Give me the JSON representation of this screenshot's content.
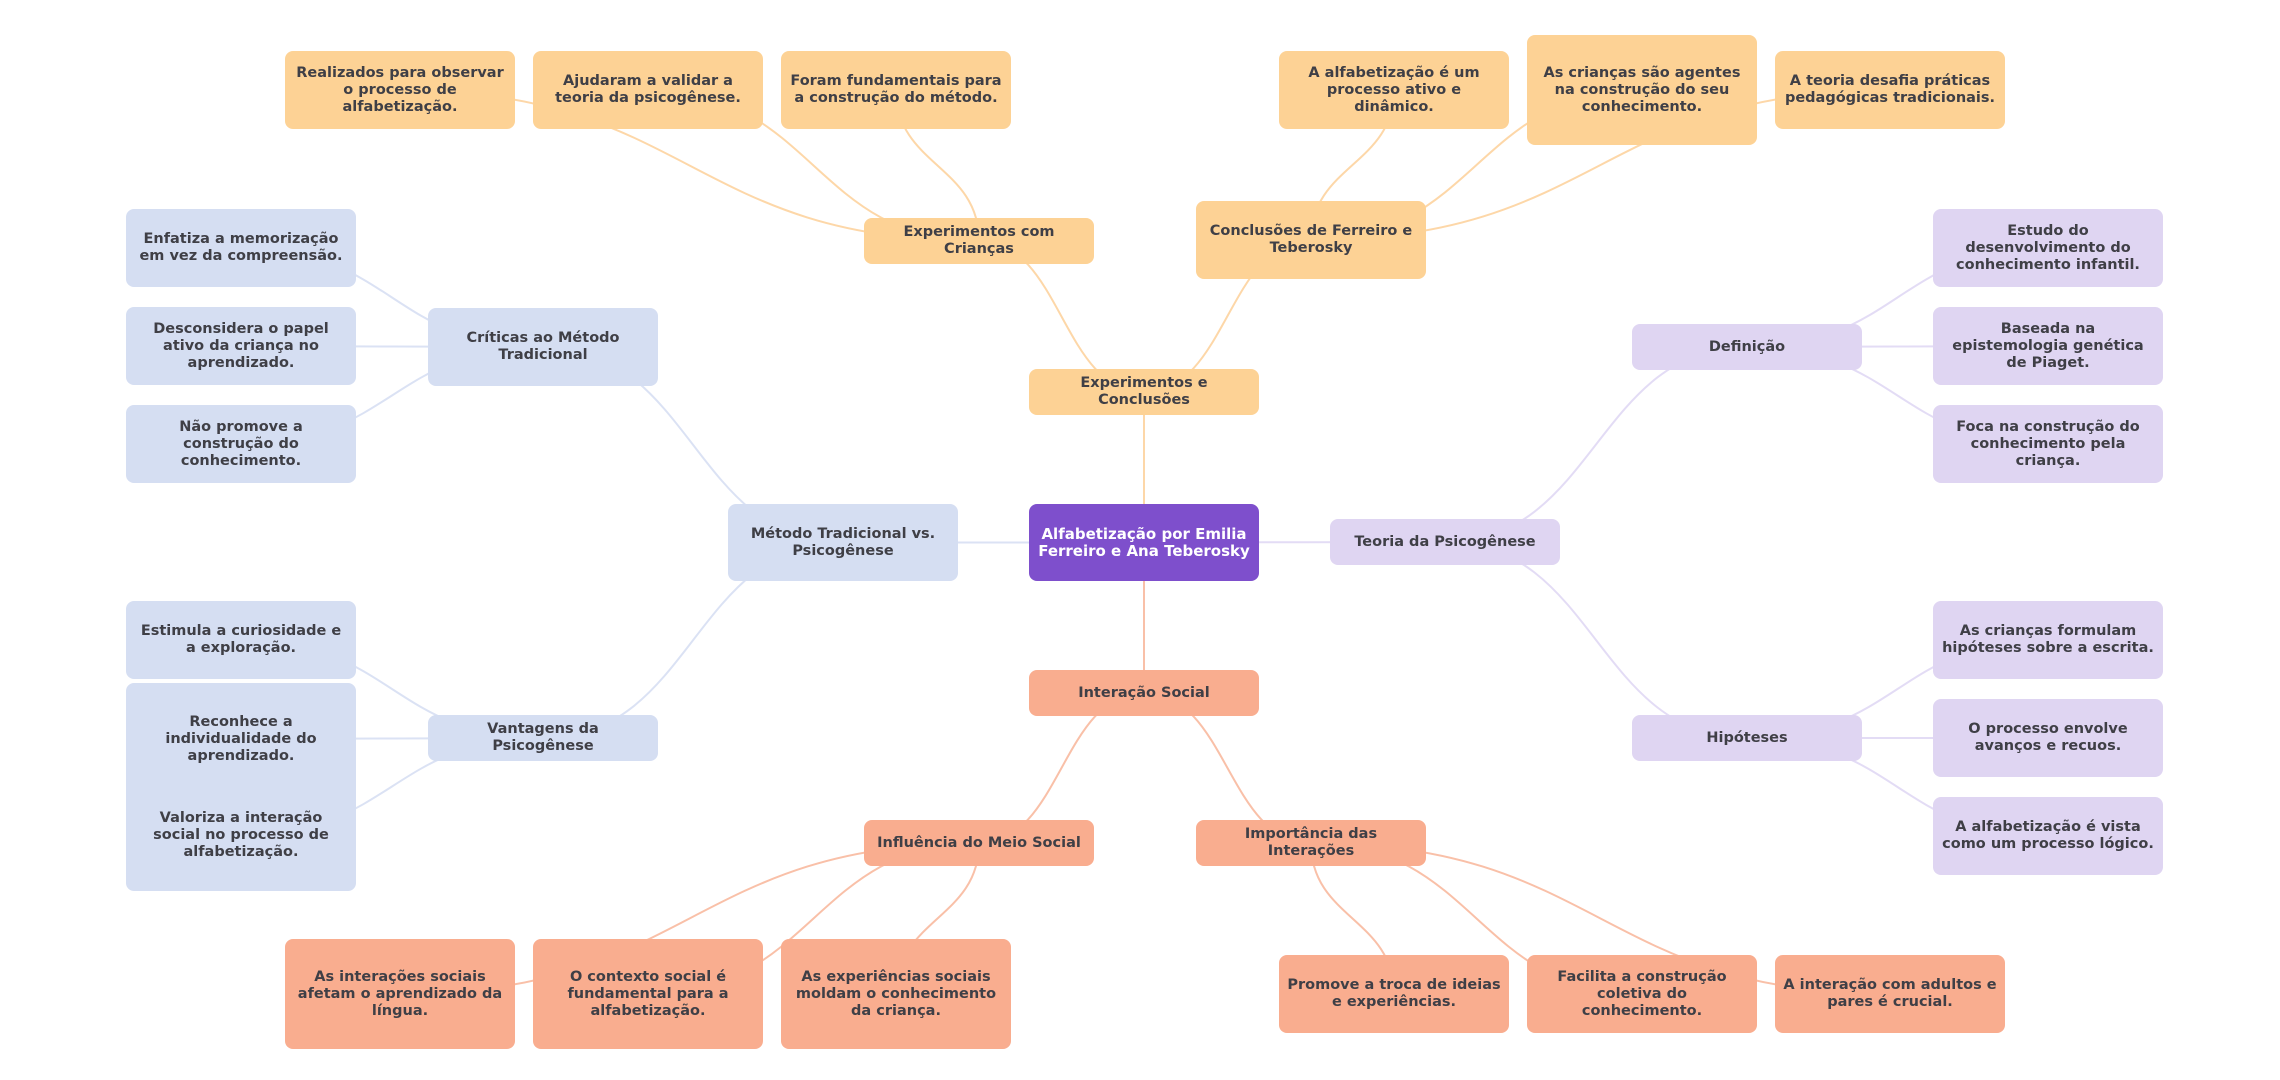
{
  "title": "Alfabetização por Emilia Ferreiro e Ana Teberosky",
  "colors": {
    "root": "#7e4fcc",
    "experimentos": "#fdd295",
    "metodo": "#d5def2",
    "teoria": "#dfd5f2",
    "interacao": "#f9ad8f",
    "edge_experimentos": "#fdd7a8",
    "edge_metodo": "#dbe2f4",
    "edge_teoria": "#e3dcf5",
    "edge_interacao": "#f9c0a8"
  },
  "nodes": {
    "root": "Alfabetização por Emilia Ferreiro e Ana Teberosky",
    "experimentos_conclusoes": "Experimentos e Conclusões",
    "experimentos_criancas": "Experimentos com Crianças",
    "exp_leaf_1": "Realizados para observar o processo de alfabetização.",
    "exp_leaf_2": "Ajudaram a validar a teoria da psicogênese.",
    "exp_leaf_3": "Foram fundamentais para a construção do método.",
    "conclusoes": "Conclusões de Ferreiro e Teberosky",
    "conc_leaf_1": "A alfabetização é um processo ativo e dinâmico.",
    "conc_leaf_2": "As crianças são agentes na construção do seu conhecimento.",
    "conc_leaf_3": "A teoria desafia práticas pedagógicas tradicionais.",
    "metodo": "Método Tradicional vs. Psicogênese",
    "criticas": "Críticas ao Método Tradicional",
    "crit_leaf_1": "Enfatiza a memorização em vez da compreensão.",
    "crit_leaf_2": "Desconsidera o papel ativo da criança no aprendizado.",
    "crit_leaf_3": "Não promove a construção do conhecimento.",
    "vantagens": "Vantagens da Psicogênese",
    "vant_leaf_1": "Estimula a curiosidade e a exploração.",
    "vant_leaf_2": "Reconhece a individualidade do aprendizado.",
    "vant_leaf_3": "Valoriza a interação social no processo de alfabetização.",
    "teoria": "Teoria da Psicogênese",
    "definicao": "Definição",
    "def_leaf_1": "Estudo do desenvolvimento do conhecimento infantil.",
    "def_leaf_2": "Baseada na epistemologia genética de Piaget.",
    "def_leaf_3": "Foca na construção do conhecimento pela criança.",
    "hipoteses": "Hipóteses",
    "hip_leaf_1": "As crianças formulam hipóteses sobre a escrita.",
    "hip_leaf_2": "O processo envolve avanços e recuos.",
    "hip_leaf_3": "A alfabetização é vista como um processo lógico.",
    "interacao": "Interação Social",
    "influencia": "Influência do Meio Social",
    "inf_leaf_1": "As interações sociais afetam o aprendizado da língua.",
    "inf_leaf_2": "O contexto social é fundamental para a alfabetização.",
    "inf_leaf_3": "As experiências sociais moldam o conhecimento da criança.",
    "importancia": "Importância das Interações",
    "imp_leaf_1": "Promove a troca de ideias e experiências.",
    "imp_leaf_2": "Facilita a construção coletiva do conhecimento.",
    "imp_leaf_3": "A interação com adultos e pares é crucial."
  },
  "edges": [
    [
      "root",
      "experimentos_conclusoes",
      "edge_experimentos"
    ],
    [
      "experimentos_conclusoes",
      "experimentos_criancas",
      "edge_experimentos"
    ],
    [
      "experimentos_conclusoes",
      "conclusoes",
      "edge_experimentos"
    ],
    [
      "experimentos_criancas",
      "exp_leaf_1",
      "edge_experimentos"
    ],
    [
      "experimentos_criancas",
      "exp_leaf_2",
      "edge_experimentos"
    ],
    [
      "experimentos_criancas",
      "exp_leaf_3",
      "edge_experimentos"
    ],
    [
      "conclusoes",
      "conc_leaf_1",
      "edge_experimentos"
    ],
    [
      "conclusoes",
      "conc_leaf_2",
      "edge_experimentos"
    ],
    [
      "conclusoes",
      "conc_leaf_3",
      "edge_experimentos"
    ],
    [
      "root",
      "metodo",
      "edge_metodo"
    ],
    [
      "metodo",
      "criticas",
      "edge_metodo"
    ],
    [
      "metodo",
      "vantagens",
      "edge_metodo"
    ],
    [
      "criticas",
      "crit_leaf_1",
      "edge_metodo"
    ],
    [
      "criticas",
      "crit_leaf_2",
      "edge_metodo"
    ],
    [
      "criticas",
      "crit_leaf_3",
      "edge_metodo"
    ],
    [
      "vantagens",
      "vant_leaf_1",
      "edge_metodo"
    ],
    [
      "vantagens",
      "vant_leaf_2",
      "edge_metodo"
    ],
    [
      "vantagens",
      "vant_leaf_3",
      "edge_metodo"
    ],
    [
      "root",
      "teoria",
      "edge_teoria"
    ],
    [
      "teoria",
      "definicao",
      "edge_teoria"
    ],
    [
      "teoria",
      "hipoteses",
      "edge_teoria"
    ],
    [
      "definicao",
      "def_leaf_1",
      "edge_teoria"
    ],
    [
      "definicao",
      "def_leaf_2",
      "edge_teoria"
    ],
    [
      "definicao",
      "def_leaf_3",
      "edge_teoria"
    ],
    [
      "hipoteses",
      "hip_leaf_1",
      "edge_teoria"
    ],
    [
      "hipoteses",
      "hip_leaf_2",
      "edge_teoria"
    ],
    [
      "hipoteses",
      "hip_leaf_3",
      "edge_teoria"
    ],
    [
      "root",
      "interacao",
      "edge_interacao"
    ],
    [
      "interacao",
      "influencia",
      "edge_interacao"
    ],
    [
      "interacao",
      "importancia",
      "edge_interacao"
    ],
    [
      "influencia",
      "inf_leaf_1",
      "edge_interacao"
    ],
    [
      "influencia",
      "inf_leaf_2",
      "edge_interacao"
    ],
    [
      "influencia",
      "inf_leaf_3",
      "edge_interacao"
    ],
    [
      "importancia",
      "imp_leaf_1",
      "edge_interacao"
    ],
    [
      "importancia",
      "imp_leaf_2",
      "edge_interacao"
    ],
    [
      "importancia",
      "imp_leaf_3",
      "edge_interacao"
    ]
  ]
}
